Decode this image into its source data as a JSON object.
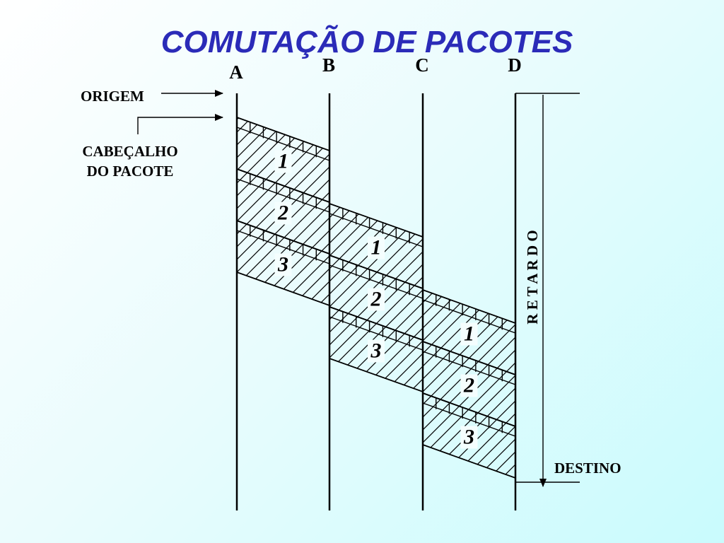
{
  "title": "COMUTAÇÃO DE PACOTES",
  "nodes": [
    "A",
    "B",
    "C",
    "D"
  ],
  "labels": {
    "origem": "ORIGEM",
    "cabecalho_line1": "CABEÇALHO",
    "cabecalho_line2": "DO PACOTE",
    "destino": "DESTINO",
    "retardo": "R E T A R D O"
  },
  "hops": [
    {
      "from": "A",
      "to": "B",
      "packets": [
        "1",
        "2",
        "3"
      ]
    },
    {
      "from": "B",
      "to": "C",
      "packets": [
        "1",
        "2",
        "3"
      ]
    },
    {
      "from": "C",
      "to": "D",
      "packets": [
        "1",
        "2",
        "3"
      ]
    }
  ]
}
